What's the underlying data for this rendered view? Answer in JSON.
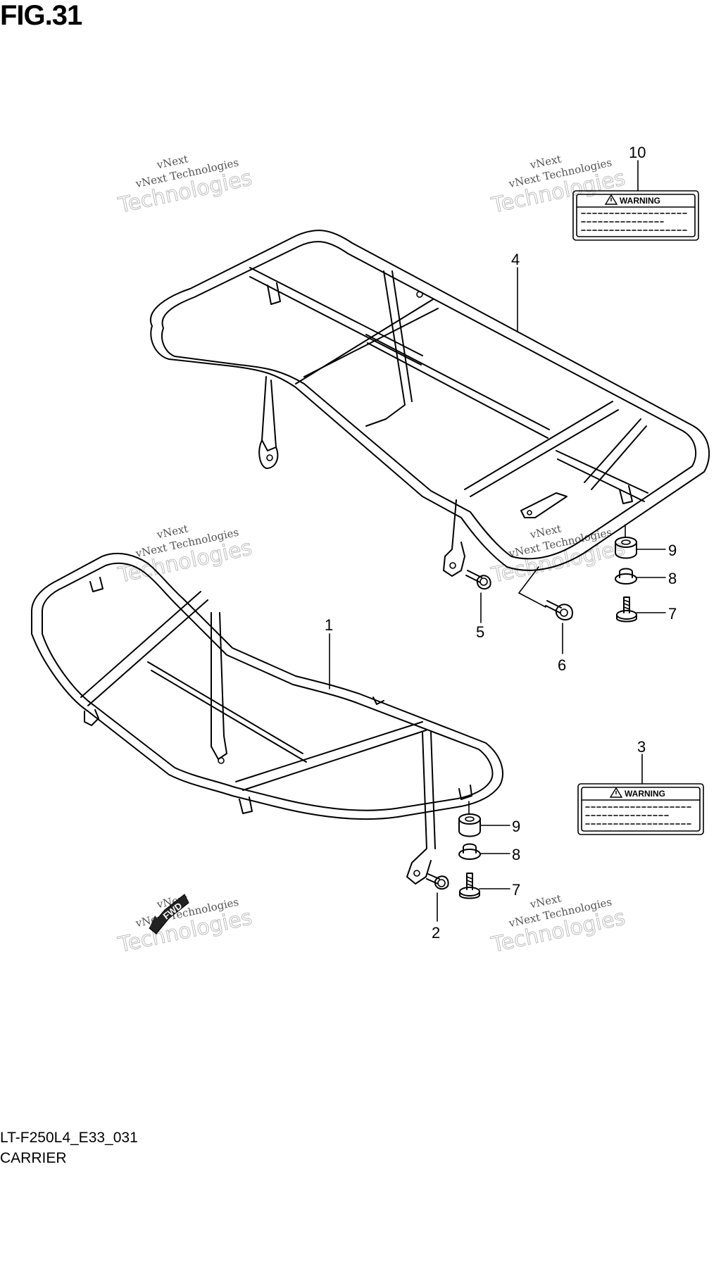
{
  "figure": {
    "title": "FIG.31"
  },
  "footer": {
    "model_code": "LT-F250L4_E33_031",
    "section_name": "CARRIER"
  },
  "watermark": {
    "line1": "vNext",
    "line2": "vNext Technologies",
    "line3": "Technologies"
  },
  "fwd_marker": {
    "label": "FWD"
  },
  "labels": {
    "warning_10": "WARNING",
    "warning_3": "WARNING"
  },
  "callouts": {
    "c10": "10",
    "c4": "4",
    "c9a": "9",
    "c8a": "8",
    "c7a": "7",
    "c5": "5",
    "c6": "6",
    "c1": "1",
    "c3": "3",
    "c9b": "9",
    "c8b": "8",
    "c7b": "7",
    "c2": "2"
  },
  "icons": {
    "warning_triangle": "warning-triangle-icon",
    "fwd_arrow": "fwd-arrow-icon"
  }
}
